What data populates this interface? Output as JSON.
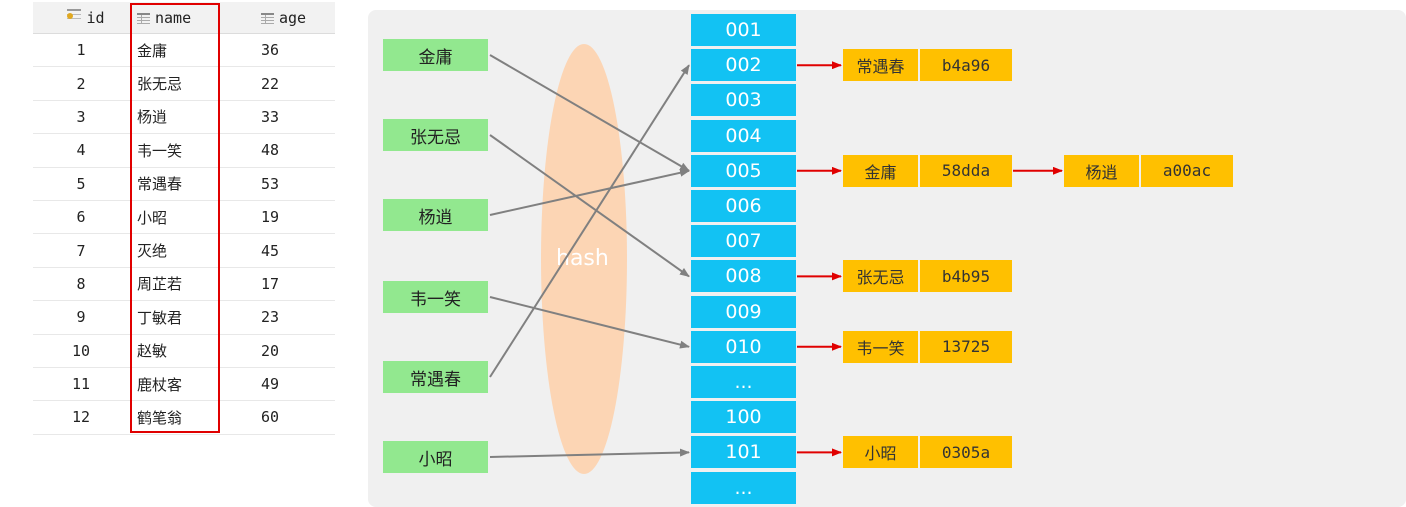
{
  "table": {
    "columns": [
      "id",
      "name",
      "age"
    ],
    "rows": [
      {
        "id": "1",
        "name": "金庸",
        "age": "36"
      },
      {
        "id": "2",
        "name": "张无忌",
        "age": "22"
      },
      {
        "id": "3",
        "name": "杨逍",
        "age": "33"
      },
      {
        "id": "4",
        "name": "韦一笑",
        "age": "48"
      },
      {
        "id": "5",
        "name": "常遇春",
        "age": "53"
      },
      {
        "id": "6",
        "name": "小昭",
        "age": "19"
      },
      {
        "id": "7",
        "name": "灭绝",
        "age": "45"
      },
      {
        "id": "8",
        "name": "周芷若",
        "age": "17"
      },
      {
        "id": "9",
        "name": "丁敏君",
        "age": "23"
      },
      {
        "id": "10",
        "name": "赵敏",
        "age": "20"
      },
      {
        "id": "11",
        "name": "鹿杖客",
        "age": "49"
      },
      {
        "id": "12",
        "name": "鹤笔翁",
        "age": "60"
      }
    ]
  },
  "hash_label": "hash",
  "keys": [
    {
      "label": "金庸",
      "target": "005"
    },
    {
      "label": "张无忌",
      "target": "008"
    },
    {
      "label": "杨逍",
      "target": "005"
    },
    {
      "label": "韦一笑",
      "target": "010"
    },
    {
      "label": "常遇春",
      "target": "002"
    },
    {
      "label": "小昭",
      "target": "101"
    }
  ],
  "buckets": [
    "001",
    "002",
    "003",
    "004",
    "005",
    "006",
    "007",
    "008",
    "009",
    "010",
    "...",
    "100",
    "101",
    "..."
  ],
  "chains": [
    {
      "bucket": "002",
      "nodes": [
        {
          "name": "常遇春",
          "hash": "b4a96"
        }
      ]
    },
    {
      "bucket": "005",
      "nodes": [
        {
          "name": "金庸",
          "hash": "58dda"
        },
        {
          "name": "杨逍",
          "hash": "a00ac"
        }
      ]
    },
    {
      "bucket": "008",
      "nodes": [
        {
          "name": "张无忌",
          "hash": "b4b95"
        }
      ]
    },
    {
      "bucket": "010",
      "nodes": [
        {
          "name": "韦一笑",
          "hash": "13725"
        }
      ]
    },
    {
      "bucket": "101",
      "nodes": [
        {
          "name": "小昭",
          "hash": "0305a"
        }
      ]
    }
  ],
  "colors": {
    "key_bg": "#92e88f",
    "bucket_bg": "#12c2f3",
    "node_bg": "#ffc000",
    "hash_band": "#fcd5b4",
    "gray_arrow": "#808080",
    "red_arrow": "#e00000",
    "highlight_box": "#e00000"
  },
  "icons": {
    "id_column": "primary-key-column-icon",
    "other_columns": "table-column-icon"
  }
}
